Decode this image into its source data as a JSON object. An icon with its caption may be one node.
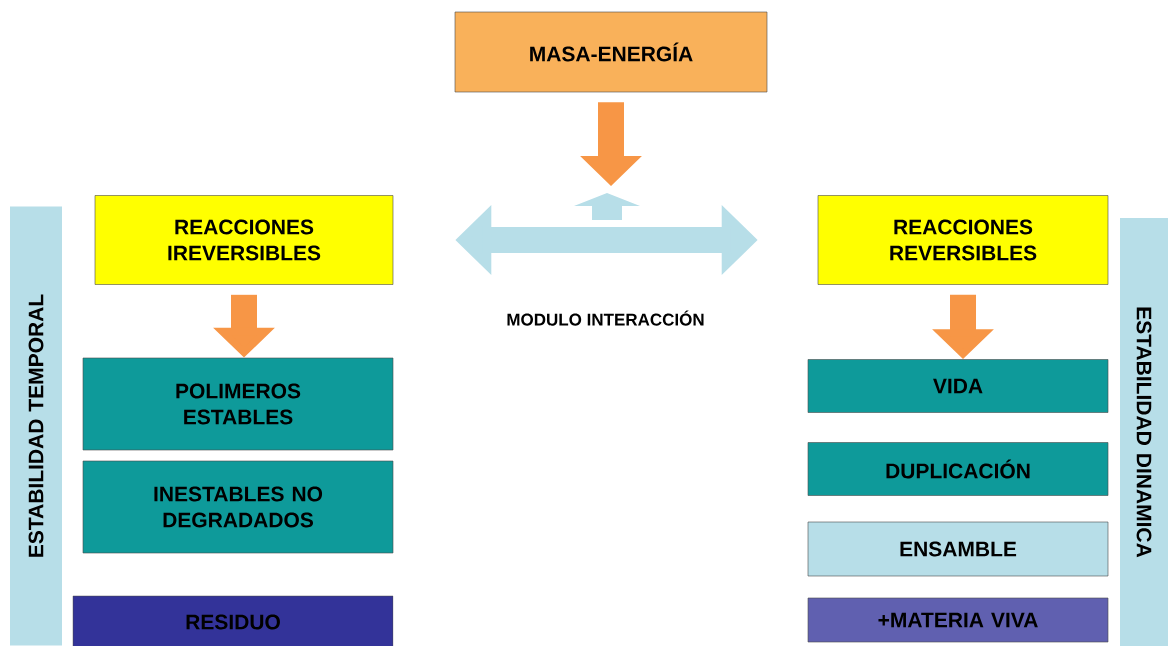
{
  "diagram": {
    "nodes": [
      {
        "text": [
          "MASA-ENERGÍA"
        ]
      },
      {
        "text": [
          "ESTABILIDAD TEMPORAL"
        ]
      },
      {
        "text": [
          "REACCIONES IREVERSIBLES"
        ]
      },
      {
        "text": [
          "REACCIONES REVERSIBLES"
        ]
      },
      {
        "text": [
          "ESTABILIDAD DINAMICA"
        ]
      },
      {
        "text": [
          "POLIMEROS ESTABLES"
        ]
      },
      {
        "text": [
          "INESTABLES NO DEGRADADOS"
        ]
      },
      {
        "text": [
          "RESIDUO"
        ]
      },
      {
        "text": [
          "VIDA"
        ]
      },
      {
        "text": [
          "DUPLICACIÓN"
        ]
      },
      {
        "text": [
          "ENSAMBLE"
        ]
      },
      {
        "text": [
          "+MATERIA VIVA"
        ]
      }
    ],
    "edges": [
      {
        "from": 0,
        "to": null,
        "arrow": "to"
      },
      {
        "from": 2,
        "to": 3,
        "arrow": "both",
        "label": "MODULO INTERACCIÓN",
        "color": "#b7dee8"
      },
      {
        "from": 2,
        "to": 5,
        "arrow": "to"
      },
      {
        "from": 3,
        "to": 8,
        "arrow": "to"
      }
    ]
  }
}
